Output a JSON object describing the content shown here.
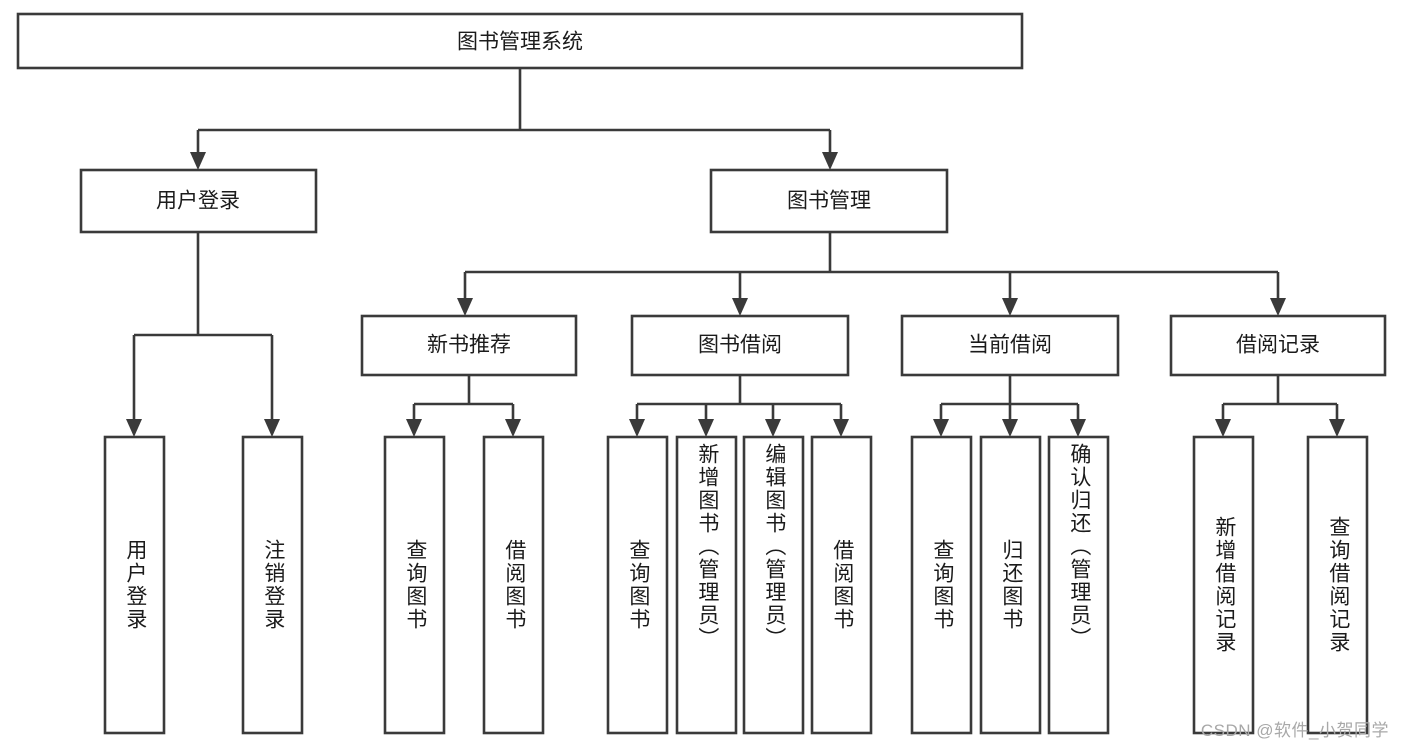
{
  "diagram": {
    "title": "图书管理系统",
    "type": "tree",
    "watermark": "CSDN @软件_小贺同学",
    "colors": {
      "box_stroke": "#3a3a3a",
      "box_fill": "#ffffff",
      "text": "#1b1b1b",
      "background": "#ffffff",
      "watermark": "#a8a8a8"
    },
    "nodes": {
      "root": {
        "label": "图书管理系统",
        "level": 1,
        "orientation": "horizontal"
      },
      "user_login": {
        "label": "用户登录",
        "level": 2,
        "orientation": "horizontal"
      },
      "book_manage": {
        "label": "图书管理",
        "level": 2,
        "orientation": "horizontal"
      },
      "new_book_rec": {
        "label": "新书推荐",
        "level": 3,
        "orientation": "horizontal"
      },
      "book_borrow": {
        "label": "图书借阅",
        "level": 3,
        "orientation": "horizontal"
      },
      "current_borrow": {
        "label": "当前借阅",
        "level": 3,
        "orientation": "horizontal"
      },
      "borrow_record": {
        "label": "借阅记录",
        "level": 3,
        "orientation": "horizontal"
      },
      "leaf_1": {
        "label": "用户登录",
        "level": 4,
        "orientation": "vertical"
      },
      "leaf_2": {
        "label": "注销登录",
        "level": 4,
        "orientation": "vertical"
      },
      "leaf_3": {
        "label": "查询图书",
        "level": 4,
        "orientation": "vertical"
      },
      "leaf_4": {
        "label": "借阅图书",
        "level": 4,
        "orientation": "vertical"
      },
      "leaf_5": {
        "label": "查询图书",
        "level": 4,
        "orientation": "vertical"
      },
      "leaf_6": {
        "label": "新增图书（管理员）",
        "level": 4,
        "orientation": "vertical"
      },
      "leaf_7": {
        "label": "编辑图书（管理员）",
        "level": 4,
        "orientation": "vertical"
      },
      "leaf_8": {
        "label": "借阅图书",
        "level": 4,
        "orientation": "vertical"
      },
      "leaf_9": {
        "label": "查询图书",
        "level": 4,
        "orientation": "vertical"
      },
      "leaf_10": {
        "label": "归还图书",
        "level": 4,
        "orientation": "vertical"
      },
      "leaf_11": {
        "label": "确认归还（管理员）",
        "level": 4,
        "orientation": "vertical"
      },
      "leaf_12": {
        "label": "新增借阅记录",
        "level": 4,
        "orientation": "vertical"
      },
      "leaf_13": {
        "label": "查询借阅记录",
        "level": 4,
        "orientation": "vertical"
      }
    },
    "edges": [
      {
        "from": "root",
        "to": "user_login"
      },
      {
        "from": "root",
        "to": "book_manage"
      },
      {
        "from": "user_login",
        "to": "leaf_1"
      },
      {
        "from": "user_login",
        "to": "leaf_2"
      },
      {
        "from": "book_manage",
        "to": "new_book_rec"
      },
      {
        "from": "book_manage",
        "to": "book_borrow"
      },
      {
        "from": "book_manage",
        "to": "current_borrow"
      },
      {
        "from": "book_manage",
        "to": "borrow_record"
      },
      {
        "from": "new_book_rec",
        "to": "leaf_3"
      },
      {
        "from": "new_book_rec",
        "to": "leaf_4"
      },
      {
        "from": "book_borrow",
        "to": "leaf_5"
      },
      {
        "from": "book_borrow",
        "to": "leaf_6"
      },
      {
        "from": "book_borrow",
        "to": "leaf_7"
      },
      {
        "from": "book_borrow",
        "to": "leaf_8"
      },
      {
        "from": "current_borrow",
        "to": "leaf_9"
      },
      {
        "from": "current_borrow",
        "to": "leaf_10"
      },
      {
        "from": "current_borrow",
        "to": "leaf_11"
      },
      {
        "from": "borrow_record",
        "to": "leaf_12"
      },
      {
        "from": "borrow_record",
        "to": "leaf_13"
      }
    ]
  }
}
